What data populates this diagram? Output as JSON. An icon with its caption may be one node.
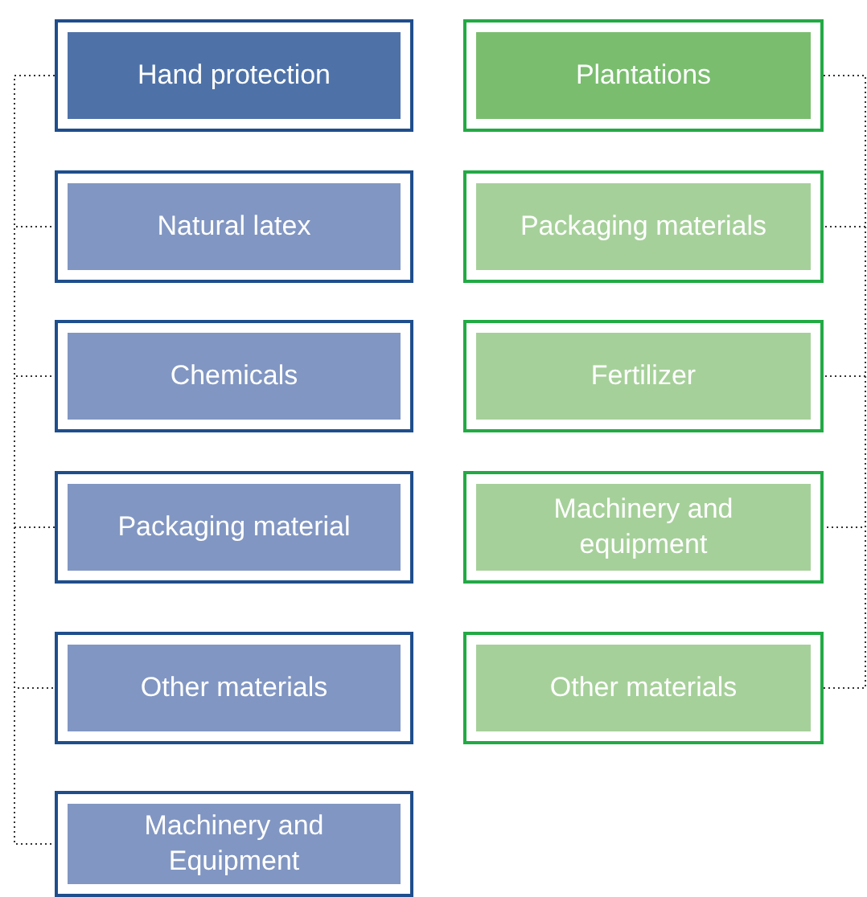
{
  "diagram": {
    "nodes": [
      {
        "text": [
          "Hand protection"
        ]
      },
      {
        "text": [
          "Natural latex"
        ]
      },
      {
        "text": [
          "Chemicals"
        ]
      },
      {
        "text": [
          "Packaging material"
        ]
      },
      {
        "text": [
          "Other materials"
        ]
      },
      {
        "text": [
          "Machinery and Equipment"
        ]
      },
      {
        "text": [
          "Plantations"
        ]
      },
      {
        "text": [
          "Packaging materials"
        ]
      },
      {
        "text": [
          "Fertilizer"
        ]
      },
      {
        "text": [
          "Machinery and equipment"
        ]
      },
      {
        "text": [
          "Other materials"
        ]
      }
    ],
    "edges": [
      {
        "from": 0,
        "to": 1,
        "arrow": "none",
        "style": "dashed"
      },
      {
        "from": 0,
        "to": 2,
        "arrow": "none",
        "style": "dashed"
      },
      {
        "from": 0,
        "to": 3,
        "arrow": "none",
        "style": "dashed"
      },
      {
        "from": 0,
        "to": 4,
        "arrow": "none",
        "style": "dashed"
      },
      {
        "from": 0,
        "to": 5,
        "arrow": "none",
        "style": "dashed"
      },
      {
        "from": 6,
        "to": 7,
        "arrow": "none",
        "style": "dashed"
      },
      {
        "from": 6,
        "to": 8,
        "arrow": "none",
        "style": "dashed"
      },
      {
        "from": 6,
        "to": 9,
        "arrow": "none",
        "style": "dashed"
      },
      {
        "from": 6,
        "to": 10,
        "arrow": "none",
        "style": "dashed"
      }
    ]
  }
}
